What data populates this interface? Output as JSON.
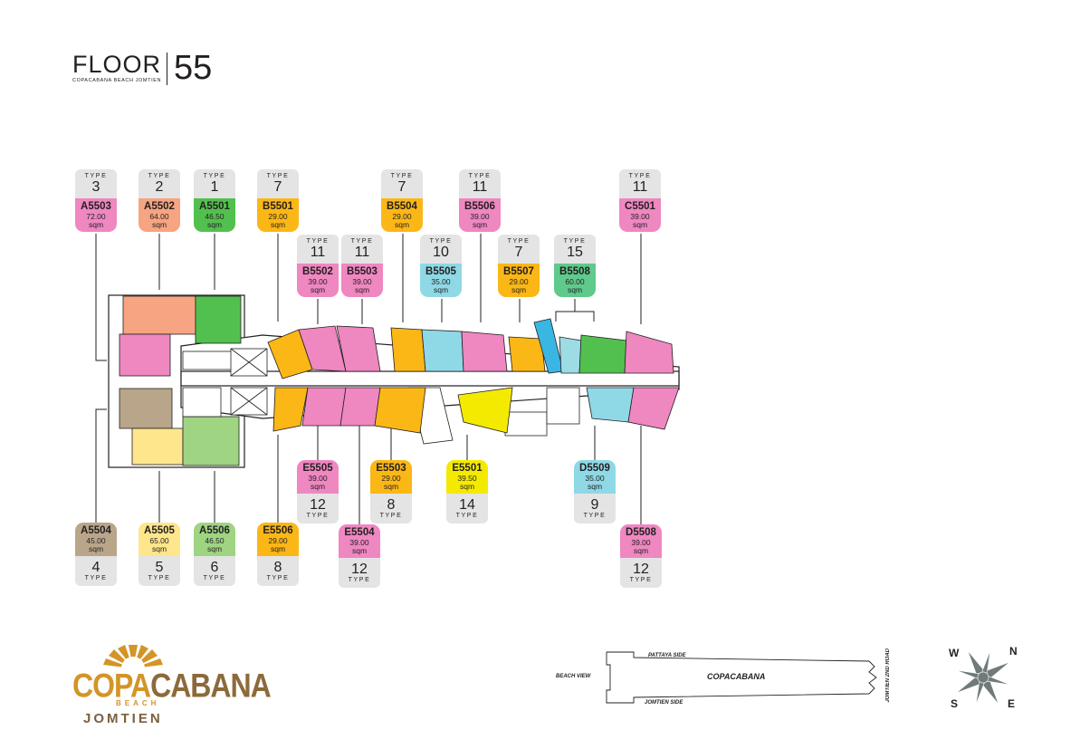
{
  "header": {
    "floor_word": "FLOOR",
    "floor_number": "55",
    "subtitle": "COPACABANA BEACH JOMTIEN"
  },
  "type_word": "TYPE",
  "colors": {
    "pink": "#ef87c1",
    "orange": "#f7a482",
    "green": "#52c04e",
    "amber": "#fbb716",
    "cyan": "#8fd8e6",
    "mint": "#60c98c",
    "tan": "#b9a68a",
    "yellow_light": "#fde68c",
    "green_light": "#9fd482",
    "yellow": "#f4ea00",
    "gray": "#e4e4e4"
  },
  "units_top": [
    {
      "type": "3",
      "code": "A5503",
      "area": "72.00",
      "unit": "sqm",
      "color": "#ef87c1"
    },
    {
      "type": "2",
      "code": "A5502",
      "area": "64.00",
      "unit": "sqm",
      "color": "#f7a482"
    },
    {
      "type": "1",
      "code": "A5501",
      "area": "46.50",
      "unit": "sqm",
      "color": "#52c04e"
    },
    {
      "type": "7",
      "code": "B5501",
      "area": "29.00",
      "unit": "sqm",
      "color": "#fbb716"
    },
    {
      "type": "11",
      "code": "B5502",
      "area": "39.00",
      "unit": "sqm",
      "color": "#ef87c1"
    },
    {
      "type": "11",
      "code": "B5503",
      "area": "39.00",
      "unit": "sqm",
      "color": "#ef87c1"
    },
    {
      "type": "7",
      "code": "B5504",
      "area": "29.00",
      "unit": "sqm",
      "color": "#fbb716"
    },
    {
      "type": "10",
      "code": "B5505",
      "area": "35.00",
      "unit": "sqm",
      "color": "#8fd8e6"
    },
    {
      "type": "11",
      "code": "B5506",
      "area": "39.00",
      "unit": "sqm",
      "color": "#ef87c1"
    },
    {
      "type": "7",
      "code": "B5507",
      "area": "29.00",
      "unit": "sqm",
      "color": "#fbb716"
    },
    {
      "type": "15",
      "code": "B5508",
      "area": "60.00",
      "unit": "sqm",
      "color": "#60c98c"
    },
    {
      "type": "11",
      "code": "C5501",
      "area": "39.00",
      "unit": "sqm",
      "color": "#ef87c1"
    }
  ],
  "units_bottom": [
    {
      "type": "4",
      "code": "A5504",
      "area": "45.00",
      "unit": "sqm",
      "color": "#b9a68a"
    },
    {
      "type": "5",
      "code": "A5505",
      "area": "65.00",
      "unit": "sqm",
      "color": "#fde68c"
    },
    {
      "type": "6",
      "code": "A5506",
      "area": "46.50",
      "unit": "sqm",
      "color": "#9fd482"
    },
    {
      "type": "8",
      "code": "E5506",
      "area": "29.00",
      "unit": "sqm",
      "color": "#fbb716"
    },
    {
      "type": "12",
      "code": "E5505",
      "area": "39.00",
      "unit": "sqm",
      "color": "#ef87c1"
    },
    {
      "type": "12",
      "code": "E5504",
      "area": "39.00",
      "unit": "sqm",
      "color": "#ef87c1"
    },
    {
      "type": "8",
      "code": "E5503",
      "area": "29.00",
      "unit": "sqm",
      "color": "#fbb716"
    },
    {
      "type": "14",
      "code": "E5501",
      "area": "39.50",
      "unit": "sqm",
      "color": "#f4ea00"
    },
    {
      "type": "9",
      "code": "D5509",
      "area": "35.00",
      "unit": "sqm",
      "color": "#8fd8e6"
    },
    {
      "type": "12",
      "code": "D5508",
      "area": "39.00",
      "unit": "sqm",
      "color": "#ef87c1"
    }
  ],
  "logo": {
    "copa": "COPA",
    "cabana": "CABANA",
    "beach": "BEACH",
    "jomtien": "JOMTIEN"
  },
  "key_plan": {
    "beach_view": "BEACH VIEW",
    "pattaya_side": "PATTAYA SIDE",
    "jomtien_side": "JOMTIEN SIDE",
    "name": "COPACABANA",
    "road": "JOMTIEN 2ND ROAD"
  },
  "compass": {
    "n": "N",
    "s": "S",
    "e": "E",
    "w": "W"
  }
}
